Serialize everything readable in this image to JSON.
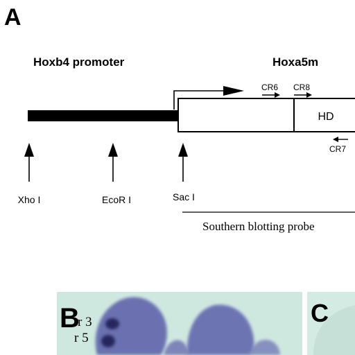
{
  "diagram": {
    "panel_a_label": "A",
    "promoter_label": "Hoxb4 promoter",
    "gene_label": "Hoxa5m",
    "domain_label": "HD",
    "primers": {
      "cr6": "CR6",
      "cr8": "CR8",
      "cr7": "CR7"
    },
    "sites": {
      "xho": "Xho I",
      "ecor": "EcoR I",
      "sac": "Sac I"
    },
    "probe_label": "Southern blotting probe"
  },
  "photos": {
    "panel_b_label": "B",
    "panel_c_label": "C",
    "rhombomere_3": "r 3",
    "rhombomere_5": "r 5",
    "photo_bg_color": "#cfe8df",
    "stain_color": "#3c3f8e"
  }
}
